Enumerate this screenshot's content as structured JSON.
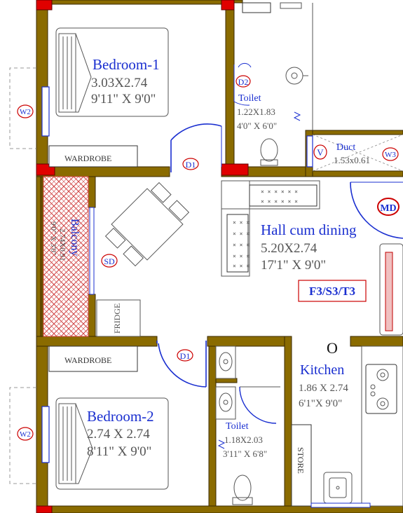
{
  "colors": {
    "wall": "#8a6b00",
    "wall_dark": "#3a2a00",
    "column": "#e00000",
    "text_blue": "#1a2fd0",
    "text_gray": "#555555",
    "balcony_hatch": "#d04040",
    "door_line": "#1a2fd0",
    "tag_red": "#cc0000"
  },
  "rooms": {
    "bedroom1": {
      "name": "Bedroom-1",
      "metric": "3.03X2.74",
      "imperial": "9'11\" X 9'0\""
    },
    "toilet1": {
      "name": "Toilet",
      "metric": "1.22X1.83",
      "imperial": "4'0\" X 6'0\""
    },
    "duct": {
      "name": "Duct",
      "metric": "1.53x0.61"
    },
    "hall": {
      "name": "Hall cum dining",
      "metric": "5.20X2.74",
      "imperial": "17'1\" X 9'0\""
    },
    "balcony": {
      "name": "Balcony",
      "metric": "2.74X0.91",
      "imperial": "9'0\" X 3'0\""
    },
    "kitchen": {
      "name": "Kitchen",
      "metric": "1.86 X 2.74",
      "imperial": "6'1\"X 9'0\""
    },
    "bedroom2": {
      "name": "Bedroom-2",
      "metric": "2.74 X 2.74",
      "imperial": "8'11\" X 9'0\""
    },
    "toilet2": {
      "name": "Toilet",
      "metric": "1.18X2.03",
      "imperial": "3'11\" X 6'8\""
    }
  },
  "labels": {
    "wardrobe_top": "WARDROBE",
    "wardrobe_bottom": "WARDROBE",
    "fridge": "FRIDGE",
    "store": "STORE",
    "unit_code": "F3/S3/T3",
    "kitchen_o": "O"
  },
  "tags": {
    "d1_top": "D1",
    "d1_bottom": "D1",
    "d2": "D2",
    "w2_top": "W2",
    "w2_bottom": "W2",
    "w3": "W3",
    "v": "V",
    "sd": "SD",
    "md": "MD"
  }
}
